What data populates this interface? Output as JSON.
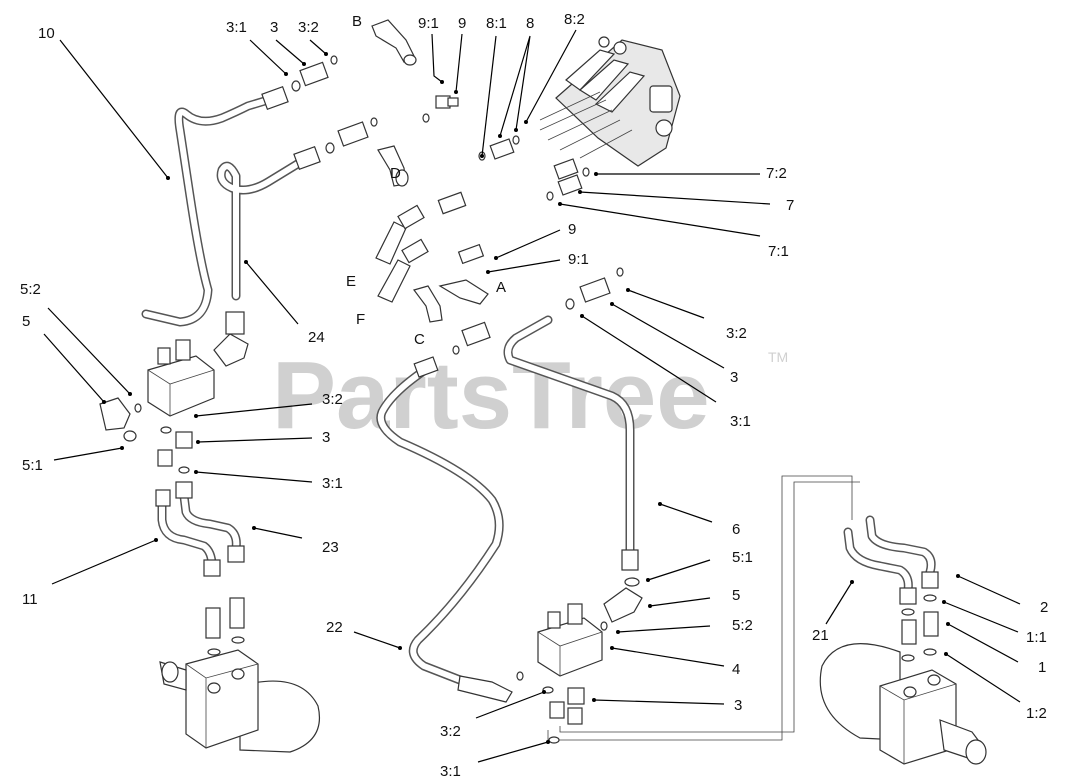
{
  "watermark": {
    "text": "PartsTree",
    "trademark": "TM"
  },
  "callouts": {
    "c10": "10",
    "c3_1_top": "3:1",
    "c3_top": "3",
    "c3_2_top": "3:2",
    "cB": "B",
    "c9_1_top": "9:1",
    "c9_top": "9",
    "c8_1": "8:1",
    "c8": "8",
    "c8_2": "8:2",
    "cD": "D",
    "c7_2": "7:2",
    "c7": "7",
    "c7_1": "7:1",
    "c9_mid": "9",
    "c9_1_mid": "9:1",
    "cA": "A",
    "cE": "E",
    "cF": "F",
    "cC": "C",
    "c5_2_left": "5:2",
    "c5_left": "5",
    "c24": "24",
    "c3_2_right": "3:2",
    "c3_right": "3",
    "c3_1_right": "3:1",
    "c3_2_left": "3:2",
    "c3_left": "3",
    "c3_1_left": "3:1",
    "c5_1_left": "5:1",
    "c23": "23",
    "c11": "11",
    "c6": "6",
    "c5_1_mid": "5:1",
    "c5_mid": "5",
    "c5_2_mid": "5:2",
    "c4": "4",
    "c22": "22",
    "c3_mid": "3",
    "c3_2_bot": "3:2",
    "c3_1_bot": "3:1",
    "c21": "21",
    "c2": "2",
    "c1_1": "1:1",
    "c1": "1",
    "c1_2": "1:2"
  }
}
